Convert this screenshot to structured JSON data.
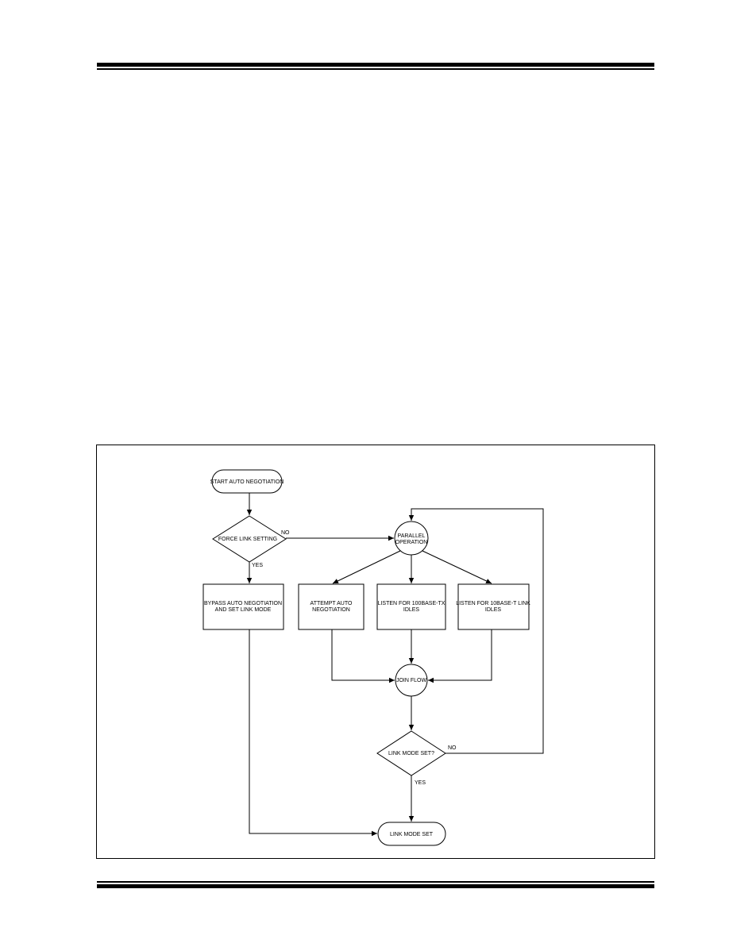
{
  "flowchart": {
    "start": "START AUTO NEGOTIATION",
    "force_decision": "FORCE LINK SETTING",
    "force_no": "NO",
    "force_yes": "YES",
    "bypass_line1": "BYPASS AUTO NEGOTIATION",
    "bypass_line2": "AND SET LINK MODE",
    "parallel_line1": "PARALLEL",
    "parallel_line2": "OPERATION",
    "attempt_line1": "ATTEMPT AUTO",
    "attempt_line2": "NEGOTIATION",
    "listen100_line1": "LISTEN FOR 100BASE-TX",
    "listen100_line2": "IDLES",
    "listen10_line1": "LISTEN FOR 10BASE-T LINK",
    "listen10_line2": "IDLES",
    "join": "JOIN FLOW",
    "link_decision": "LINK MODE SET?",
    "link_no": "NO",
    "link_yes": "YES",
    "end": "LINK MODE SET"
  }
}
